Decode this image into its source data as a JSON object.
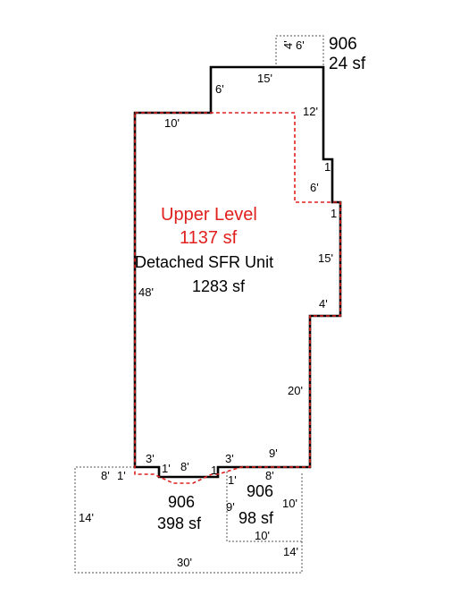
{
  "colors": {
    "outline": "#000000",
    "upper_level": "#e0201e",
    "aux": "#555555"
  },
  "main_unit": {
    "name": "Detached SFR Unit",
    "area": "1283 sf"
  },
  "upper_level": {
    "name": "Upper Level",
    "area": "1137 sf"
  },
  "area_top": {
    "code": "906",
    "area": "24 sf"
  },
  "area_bottom_left": {
    "code": "906",
    "area": "398 sf"
  },
  "area_bottom_right": {
    "code": "906",
    "area": "98 sf"
  },
  "dimensions": {
    "top_box_4": "4'",
    "top_box_6": "6'",
    "top_15": "15'",
    "left_6": "6'",
    "upper_10": "10'",
    "right_12": "12'",
    "step_1a": "1",
    "step_6": "6'",
    "step_1b": "1",
    "right_15": "15'",
    "notch_4": "4'",
    "left_48": "48'",
    "right_20": "20'",
    "bottom_3a": "3'",
    "bottom_1a": "1'",
    "bottom_8": "8'",
    "bottom_1b": "1'",
    "bottom_3b": "3'",
    "bottom_9": "9'",
    "bl_8": "8'",
    "bl_1": "1'",
    "bl_14": "14'",
    "bl_30": "30'",
    "br_8": "8'",
    "br_1": "1'",
    "br_9": "9'",
    "br_10a": "10'",
    "br_10b": "10'",
    "br_14": "14'"
  }
}
